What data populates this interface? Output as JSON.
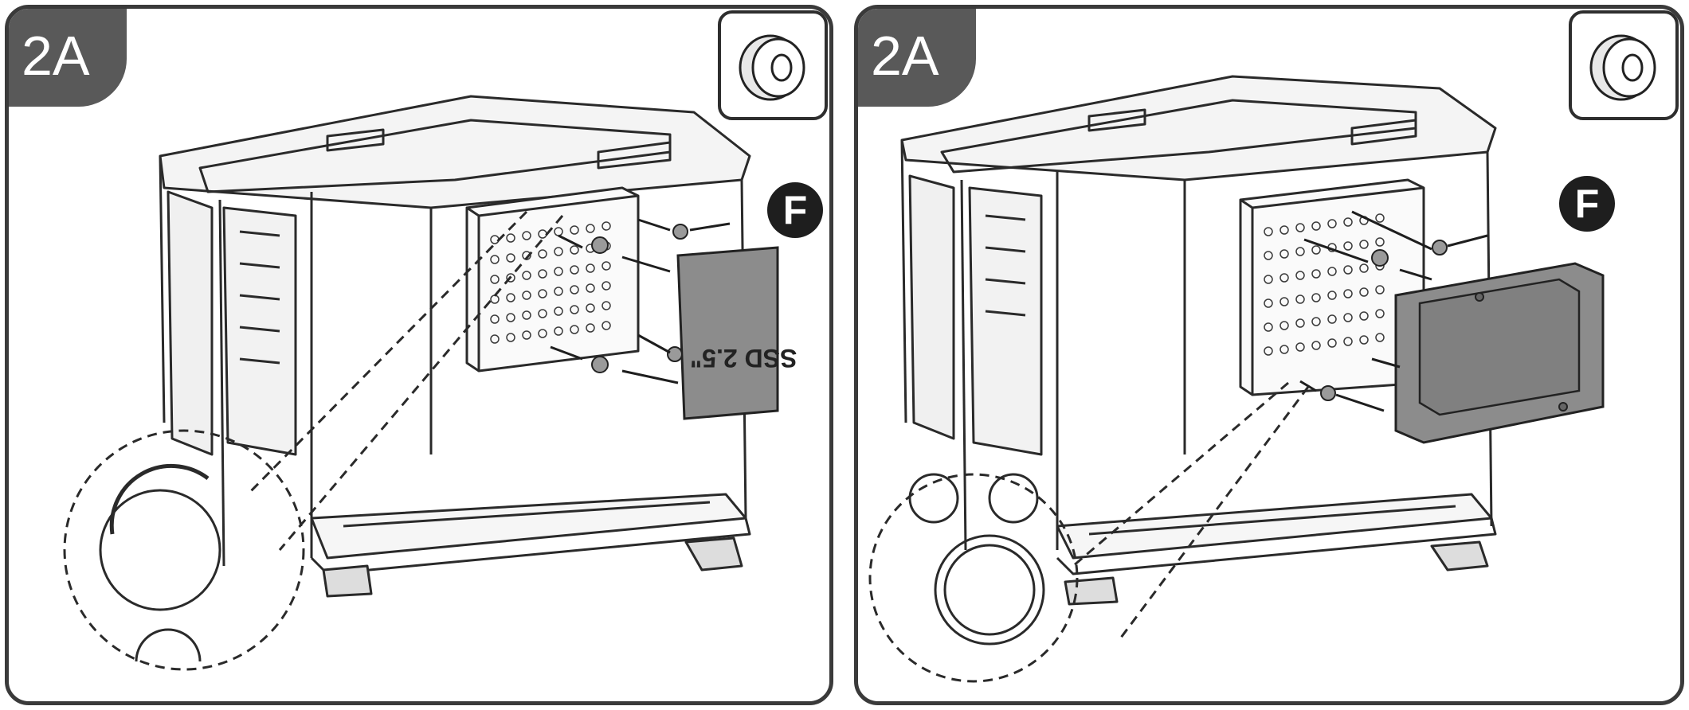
{
  "panels": [
    {
      "step_label": "2A",
      "callout_letter": "F",
      "drive_label": "SSD 2.5\""
    },
    {
      "step_label": "2A",
      "callout_letter": "F"
    }
  ],
  "icons": {
    "grommet": "rubber-grommet-icon",
    "drive_ssd": "ssd-2-5-drive-icon",
    "drive_hdd": "hdd-3-5-drive-icon"
  },
  "colors": {
    "frame": "#3a3a3a",
    "tab": "#595959",
    "drive_fill": "#8c8c8c",
    "callout": "#1e1e1e"
  }
}
